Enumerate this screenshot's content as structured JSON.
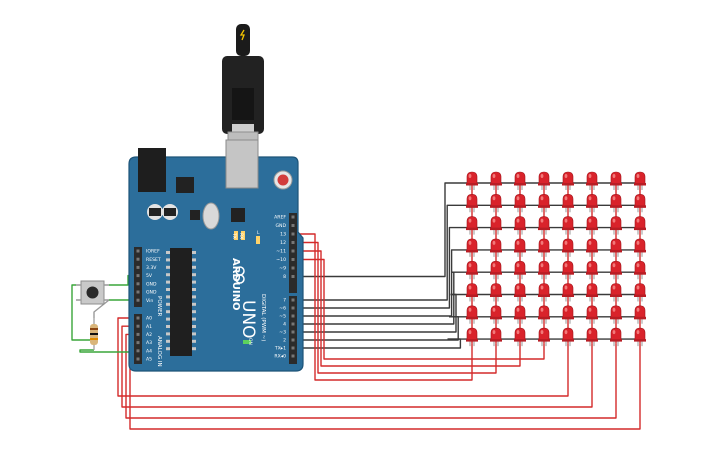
{
  "board": {
    "brand": "ARDUINO",
    "model": "UNO",
    "on_label": "ON",
    "tx_label": "TX",
    "rx_label": "RX",
    "l_label": "L",
    "power_label": "POWER",
    "analog_label": "ANALOG IN",
    "digital_label": "DIGITAL (PWM ~)",
    "power_pins": [
      "IOREF",
      "RESET",
      "3.3V",
      "5V",
      "GND",
      "GND",
      "Vin"
    ],
    "analog_pins": [
      "A0",
      "A1",
      "A2",
      "A3",
      "A4",
      "A5"
    ],
    "digital_pins_top": [
      "AREF",
      "GND",
      "13",
      "12",
      "~11",
      "~10",
      "~9",
      "8"
    ],
    "digital_pins_bottom": [
      "7",
      "~6",
      "~5",
      "4",
      "~3",
      "2",
      "TX▸1",
      "RX◂0"
    ]
  },
  "led_matrix": {
    "rows": 8,
    "columns": 8,
    "color": "#d9232b"
  },
  "colors": {
    "board": "#2c6e9b",
    "board_edge": "#1d5478",
    "wire_red": "#d42a2a",
    "wire_black": "#3a3a3a",
    "wire_green": "#3aa63a",
    "header": "#2b2b2b"
  }
}
